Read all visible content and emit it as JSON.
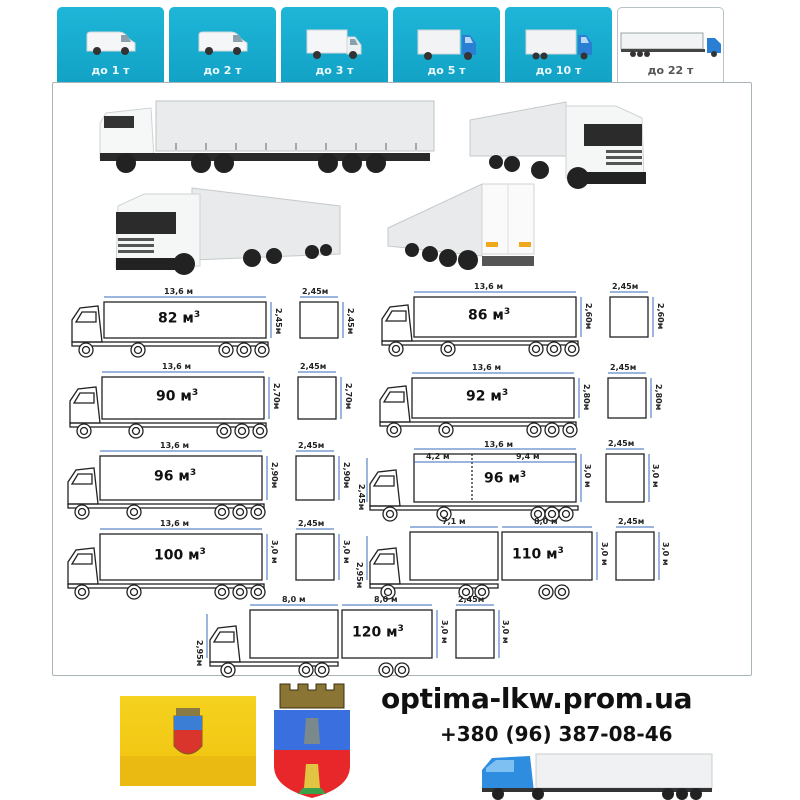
{
  "tabs": [
    {
      "label": "до 1 т",
      "icon": "van-icon",
      "active": false
    },
    {
      "label": "до 2 т",
      "icon": "van-icon",
      "active": false
    },
    {
      "label": "до 3 т",
      "icon": "light-truck-icon",
      "active": false
    },
    {
      "label": "до 5 т",
      "icon": "box-truck-icon",
      "active": false
    },
    {
      "label": "до 10 т",
      "icon": "box-truck-icon",
      "active": false
    },
    {
      "label": "до 22 т",
      "icon": "semi-trailer-icon",
      "active": true
    }
  ],
  "colors": {
    "tab_bg": "#15a9cc",
    "tab_text": "#e9f8fc",
    "active_tab_text": "#555555",
    "dimension_line": "#3a6bb8",
    "flag_yellow": "#f3cb18",
    "coat_blue": "#3a6fe0",
    "coat_red": "#e8272a",
    "truck_blue": "#2a7fd4"
  },
  "diagrams": [
    {
      "id": "82",
      "length": "13,6 м",
      "volume": "82 м",
      "volume_sup": "3",
      "height": "2,45м",
      "section_width": "2,45м",
      "section_height": "2,45м"
    },
    {
      "id": "86",
      "length": "13,6 м",
      "volume": "86 м",
      "volume_sup": "3",
      "height": "2,60м",
      "section_width": "2,45м",
      "section_height": "2,60м"
    },
    {
      "id": "90",
      "length": "13,6 м",
      "volume": "90 м",
      "volume_sup": "3",
      "height": "2,70м",
      "section_width": "2,45м",
      "section_height": "2,70м"
    },
    {
      "id": "92",
      "length": "13,6 м",
      "volume": "92 м",
      "volume_sup": "3",
      "height": "2,80м",
      "section_width": "2,45м",
      "section_height": "2,80м"
    },
    {
      "id": "96a",
      "length": "13,6 м",
      "volume": "96 м",
      "volume_sup": "3",
      "height": "2,90м",
      "section_width": "2,45м",
      "section_height": "2,90м"
    },
    {
      "id": "96b",
      "length": "13,6 м",
      "segment_1": "4,2 м",
      "segment_2": "9,4 м",
      "cab_height": "2,45м",
      "volume": "96 м",
      "volume_sup": "3",
      "height": "3,0 м",
      "section_width": "2,45м",
      "section_height": "3,0 м"
    },
    {
      "id": "100",
      "length": "13,6 м",
      "volume": "100 м",
      "volume_sup": "3",
      "height": "3,0 м",
      "section_width": "2,45м",
      "section_height": "3,0 м"
    },
    {
      "id": "110",
      "length_1": "7,1 м",
      "length_2": "8,0 м",
      "cab_height": "2,95м",
      "volume": "110 м",
      "volume_sup": "3",
      "height": "3,0 м",
      "section_width": "2,45м",
      "section_height": "3,0 м"
    },
    {
      "id": "120",
      "length_1": "8,0 м",
      "length_2": "8,0 м",
      "cab_height": "2,95м",
      "volume": "120 м",
      "volume_sup": "3",
      "height": "3,0 м",
      "section_width": "2,45м",
      "section_height": "3,0 м"
    }
  ],
  "footer": {
    "website": "optima-lkw.prom.ua",
    "phone": "+380 (96) 387-08-46"
  }
}
